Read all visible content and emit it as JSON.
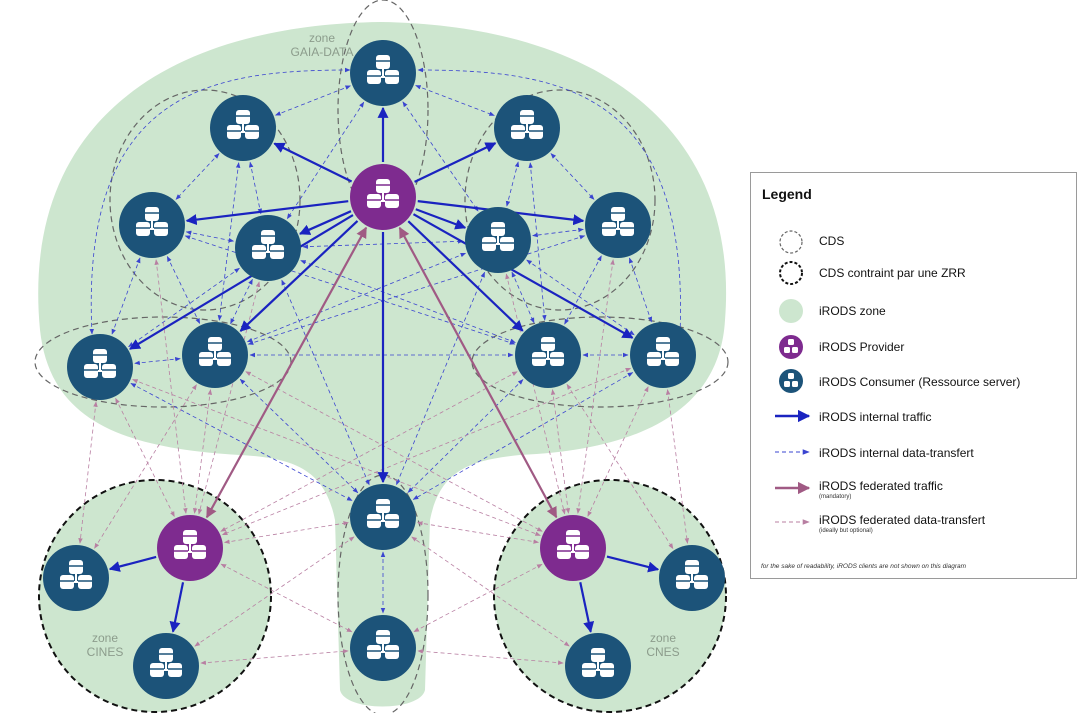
{
  "zones": {
    "gaia": "zone\nGAIA-DATA",
    "cines": "zone\nCINES",
    "cnes": "zone\nCNES"
  },
  "legend": {
    "title": "Legend",
    "items": [
      {
        "key": "cds",
        "label": "CDS"
      },
      {
        "key": "cds_zrr",
        "label": "CDS contraint par une ZRR"
      },
      {
        "key": "irods_zone",
        "label": "iRODS zone"
      },
      {
        "key": "provider",
        "label": "iRODS Provider"
      },
      {
        "key": "consumer",
        "label": "iRODS Consumer (Ressource server)"
      },
      {
        "key": "internal_traffic",
        "label": "iRODS internal traffic"
      },
      {
        "key": "internal_transfer",
        "label": "iRODS internal data-transfert"
      },
      {
        "key": "federated_traffic",
        "label": "iRODS federated traffic",
        "note": "(mandatory)"
      },
      {
        "key": "federated_transfer",
        "label": "iRODS federated data-transfert",
        "note": "(ideally but optional)"
      }
    ],
    "footnote": "for the sake of readability, iRODS clients are not shown on this diagram"
  },
  "colors": {
    "zone_fill": "#cde6cf",
    "provider": "#7e2b8f",
    "consumer": "#1c5379",
    "internal": "#1a23c0",
    "federated": "#a05a84"
  },
  "icons": {
    "server": "database-cluster-icon"
  }
}
